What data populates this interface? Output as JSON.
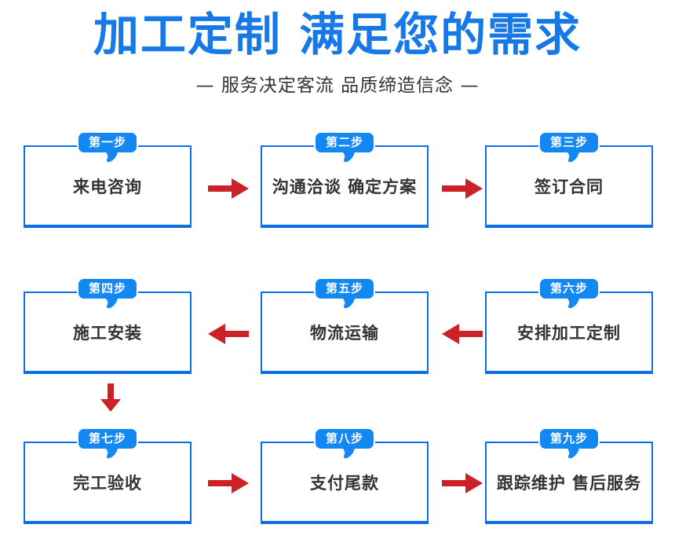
{
  "header": {
    "title": "加工定制 满足您的需求",
    "subtitle": "— 服务决定客流 品质缔造信念 —"
  },
  "steps": [
    {
      "badge": "第一步",
      "label": "来电咨询"
    },
    {
      "badge": "第二步",
      "label": "沟通洽谈 确定方案"
    },
    {
      "badge": "第三步",
      "label": "签订合同"
    },
    {
      "badge": "第四步",
      "label": "施工安装"
    },
    {
      "badge": "第五步",
      "label": "物流运输"
    },
    {
      "badge": "第六步",
      "label": "安排加工定制"
    },
    {
      "badge": "第七步",
      "label": "完工验收"
    },
    {
      "badge": "第八步",
      "label": "支付尾款"
    },
    {
      "badge": "第九步",
      "label": "跟踪维护 售后服务"
    }
  ],
  "flow": {
    "row1_direction": "left-to-right",
    "row2_direction": "right-to-left",
    "row3_direction": "left-to-right",
    "vertical_connector": "step4-to-step7"
  },
  "colors": {
    "title_blue": "#1778e8",
    "badge_blue": "#1388f2",
    "box_border_blue": "#0d6fe8",
    "arrow_red": "#cb2127",
    "text_dark": "#333333"
  }
}
